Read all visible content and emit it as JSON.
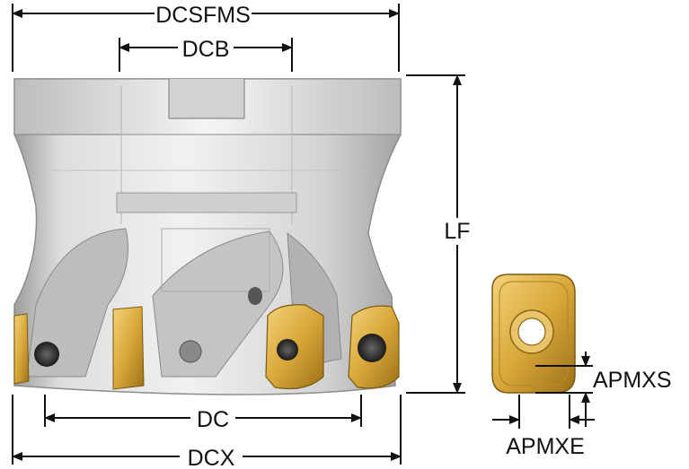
{
  "dimensions": {
    "dcsfms": "DCSFMS",
    "dcb": "DCB",
    "lf": "LF",
    "dc": "DC",
    "dcx": "DCX",
    "apmxs": "APMXS",
    "apmxe": "APMXE"
  },
  "colors": {
    "body_light": "#e6e6e6",
    "body_mid": "#c8c8c8",
    "body_dark": "#9a9a9a",
    "insert_gold": "#d9a83a",
    "insert_dark": "#8a6412",
    "line": "#111111"
  },
  "icons": [
    "milling-cutter-body",
    "indexable-insert",
    "dimension-arrow"
  ]
}
